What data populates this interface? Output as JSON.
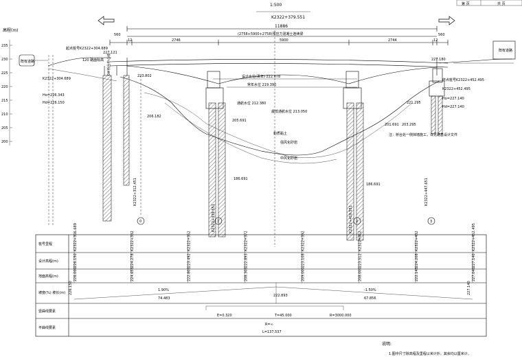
{
  "header": {
    "scale_text": "1:500",
    "center_station": "K2322+379.551",
    "top_right_cell_1": "第 页",
    "top_right_cell_2": "共 页"
  },
  "span": {
    "total_length": "11886",
    "span_arrangement": "(2758+5900+2758)预应力混凝土连续梁",
    "left_abutment_length": "560",
    "right_abutment_length": "560",
    "seg_1": "12",
    "seg_2": "2746",
    "seg_3": "5900",
    "seg_4": "2744",
    "seg_5": "12"
  },
  "elevations": {
    "axis_title": "高程(m)",
    "ticks": [
      "235",
      "230",
      "225",
      "220",
      "215",
      "210",
      "205",
      "200"
    ]
  },
  "annotations": {
    "left_road": "既有道路",
    "left_station_1": "起点桩号K2322+304.689",
    "left_station_2": "K2322+304.689",
    "left_hd": "Hd=226.150",
    "left_ho": "Ho=226.343",
    "left_pier_label": "0#桥台中心线",
    "left_top_elev": "227.121",
    "slope_label": "120 路面标高",
    "left_cap_elev": "223.802",
    "design_water_1": "设计水位(百年) 222.078",
    "design_water_2": "常年水位 219.390",
    "water_level": "通航水位 212.380",
    "bed_level": "最低通航水位 213.050",
    "pile_1_elev": "205.691",
    "pile_2_elev": "206.182",
    "soil_1": "粉质黏土",
    "soil_2": "强风化砂岩",
    "soil_3": "中风化砂岩",
    "bottom_elev_1": "186.691",
    "bottom_elev_2": "186.691",
    "right_station_1": "终点桩号K2322+452.495",
    "right_station_2": "K2322+452.495",
    "right_ho": "Ho=227.140",
    "right_hd": "Hd=227.140",
    "right_note": "注：桥台处一侧挡墙施工，详见路基设计文件",
    "right_side_1": "201.691",
    "right_side_2": "203.295",
    "right_mid_elev": "221.295",
    "right_top_elev": "227.180",
    "right_road": "既有道路"
  },
  "piers": [
    {
      "label": "0",
      "station": "K2322+312.451"
    },
    {
      "label": "1",
      "station": "K2322+339.551"
    },
    {
      "label": "2",
      "station": "K2322+419.551"
    },
    {
      "label": "3",
      "station": "K2322+447.651"
    }
  ],
  "table": {
    "row_labels": [
      "桩号里程",
      "设计高程(m)",
      "地面高程(m)",
      "坡度(%)\n坡长(m)",
      "竖曲线要素",
      "平曲线要素"
    ],
    "stations": [
      "K2322+306.689",
      "K2322+332",
      "K2322+352",
      "K2322+372",
      "K2322+392",
      "K2322+412",
      "K2322+432",
      "K2322+452.495"
    ],
    "design_elevations": [
      "226.150",
      "224.278",
      "223.492",
      "222.893",
      "223.108",
      "223.512",
      "224.208",
      "227.140"
    ],
    "ground_elevations": [
      "226.000",
      "224.653",
      "222.803",
      "208.303",
      "209.000",
      "208.000",
      "222.143",
      "227.040"
    ],
    "grade_left": "1.90%",
    "grade_left_len": "74.483",
    "grade_right": "-1.50%",
    "grade_right_len": "67.856",
    "vc_start": "226.150",
    "vc_mid": "222.893",
    "vc_end": "227.140",
    "vc_params": [
      "E=0.320",
      "T=45.000",
      "R=3000.000"
    ],
    "hc_params": [
      "R=∞",
      "L=137.537"
    ]
  },
  "notes": {
    "title": "说明:",
    "line_1": "1.图中尺寸除高程及里程以米计外，其余均以厘米计。"
  }
}
